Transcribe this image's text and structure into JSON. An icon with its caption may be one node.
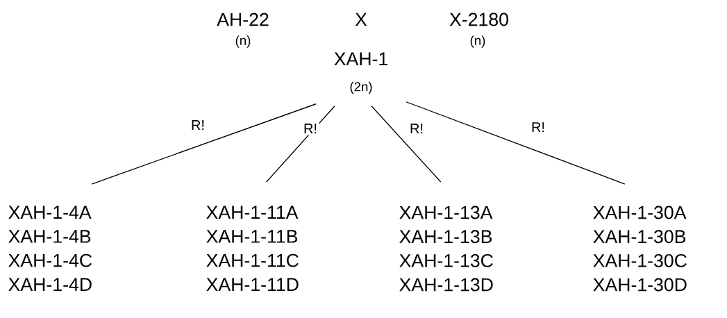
{
  "diagram": {
    "nodes": [
      {
        "text": [
          "XAH-1",
          "(2n)"
        ]
      },
      {
        "text": [
          "XAH-1-4A",
          "XAH-1-4B",
          "XAH-1-4C",
          "XAH-1-4D"
        ]
      },
      {
        "text": [
          "XAH-1-11A",
          "XAH-1-11B",
          "XAH-1-11C",
          "XAH-1-11D"
        ]
      },
      {
        "text": [
          "XAH-1-13A",
          "XAH-1-13B",
          "XAH-1-13C",
          "XAH-1-13D"
        ]
      },
      {
        "text": [
          "XAH-1-30A",
          "XAH-1-30B",
          "XAH-1-30C",
          "XAH-1-30D"
        ]
      }
    ],
    "edges": [
      {
        "from": 0,
        "to": 1,
        "arrow": "none",
        "label": "R!"
      },
      {
        "from": 0,
        "to": 2,
        "arrow": "none",
        "label": "R!"
      },
      {
        "from": 0,
        "to": 3,
        "arrow": "none",
        "label": "R!"
      },
      {
        "from": 0,
        "to": 4,
        "arrow": "none",
        "label": "R!"
      }
    ],
    "labels": [
      "AH-22",
      "(n)",
      "X",
      "X-2180",
      "(n)"
    ]
  }
}
